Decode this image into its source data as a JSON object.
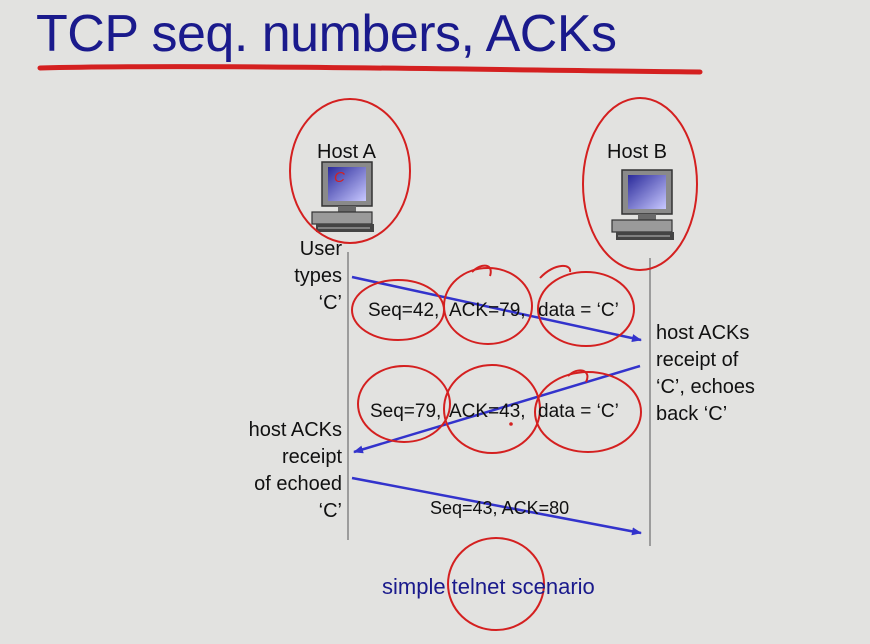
{
  "title": "TCP seq. numbers, ACKs",
  "hosts": {
    "a_label": "Host A",
    "b_label": "Host B",
    "a_screen_char": "C"
  },
  "events": {
    "user_types": [
      "User",
      "types",
      "‘C’"
    ],
    "msg1": {
      "seq": "Seq=42,",
      "ack": "ACK=79,",
      "data": "data  =  ‘C’"
    },
    "host_b_note": [
      "host ACKs",
      "receipt of",
      "‘C’, echoes",
      "back  ‘C’"
    ],
    "msg2": {
      "seq": "Seq=79,",
      "ack": "ACK=43,",
      "data": "data  =  ‘C’"
    },
    "host_a_note": [
      "host ACKs",
      "receipt",
      "of echoed",
      "‘C’"
    ],
    "msg3": "Seq=43, ACK=80"
  },
  "caption": "simple telnet scenario",
  "colors": {
    "title": "#1a1a8c",
    "arrow": "#3333cc",
    "annotation": "#d42020",
    "background": "#e2e2e0"
  }
}
